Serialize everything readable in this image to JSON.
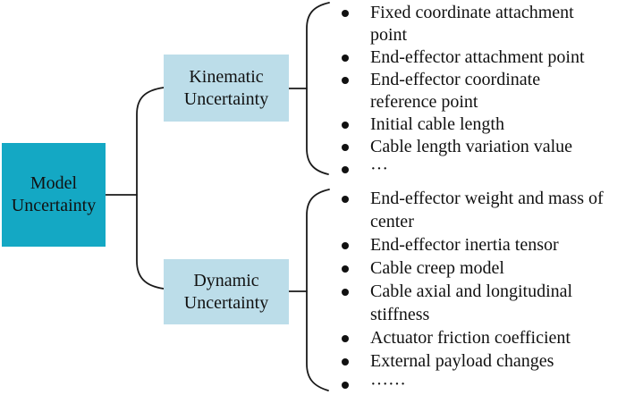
{
  "boxes": {
    "model": {
      "label": "Model\nUncertainty"
    },
    "kinematic": {
      "label": "Kinematic\nUncertainty"
    },
    "dynamic": {
      "label": "Dynamic\nUncertainty"
    }
  },
  "lists": {
    "kinematic": {
      "items": [
        "Fixed coordinate attachment\npoint",
        "End-effector attachment point",
        "End-effector coordinate\nreference point",
        "Initial cable length",
        "Cable length variation value",
        "···"
      ]
    },
    "dynamic": {
      "items": [
        "End-effector weight and mass of\ncenter",
        "End-effector inertia tensor",
        "Cable creep model",
        "Cable axial and longitudinal\nstiffness",
        "Actuator friction coefficient",
        "External payload changes",
        "······"
      ]
    }
  },
  "colors": {
    "model_box_bg": "#14a8c4",
    "child_box_bg": "#bcdde9",
    "line": "#1a1a1a",
    "text": "#111111",
    "background": "#ffffff"
  }
}
